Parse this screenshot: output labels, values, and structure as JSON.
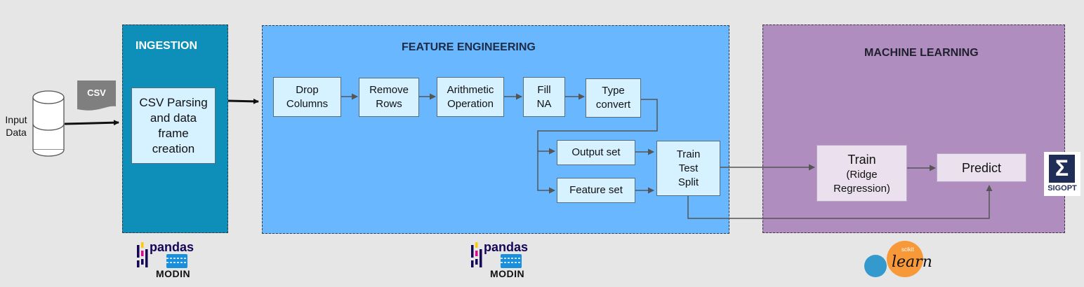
{
  "input": {
    "label_line1": "Input",
    "label_line2": "Data",
    "csv_tag": "CSV"
  },
  "ingestion": {
    "title": "INGESTION",
    "box_lines": [
      "CSV Parsing",
      "and data",
      "frame",
      "creation"
    ]
  },
  "feature_engineering": {
    "title": "FEATURE ENGINEERING",
    "steps": [
      {
        "line1": "Drop",
        "line2": "Columns"
      },
      {
        "line1": "Remove",
        "line2": "Rows"
      },
      {
        "line1": "Arithmetic",
        "line2": "Operation"
      },
      {
        "line1": "Fill",
        "line2": "NA"
      },
      {
        "line1": "Type",
        "line2": "convert"
      }
    ],
    "output_set": "Output set",
    "feature_set": "Feature set",
    "split_lines": [
      "Train",
      "Test",
      "Split"
    ]
  },
  "machine_learning": {
    "title": "MACHINE LEARNING",
    "train": {
      "line1": "Train",
      "line2": "(Ridge",
      "line3": "Regression)"
    },
    "predict": "Predict"
  },
  "logos": {
    "pandas": "pandas",
    "modin": "MODIN",
    "sklearn_small": "scikit",
    "sklearn_big": "learn",
    "sigopt_symbol": "Σ",
    "sigopt": "SIGOPT"
  },
  "colors": {
    "ingestion_bg": "#0d8fba",
    "feature_bg": "#69b8ff",
    "ml_bg": "#b08dbf",
    "box_bg": "#d6f1ff",
    "ml_box_bg": "#ebe1ee"
  }
}
